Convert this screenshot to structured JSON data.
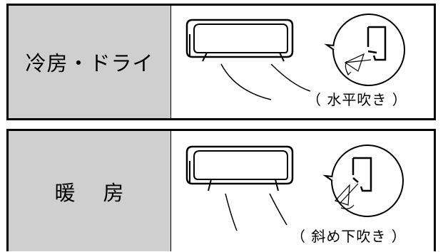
{
  "modes": [
    {
      "label": "冷房・ドライ",
      "caption": "（ 水平吹き ）"
    },
    {
      "label_part1": "暖",
      "label_part2": "房",
      "caption": "（ 斜め下吹き ）"
    }
  ],
  "icons": {
    "unit": "air-conditioner-icon",
    "detail": "louver-detail-icon"
  }
}
